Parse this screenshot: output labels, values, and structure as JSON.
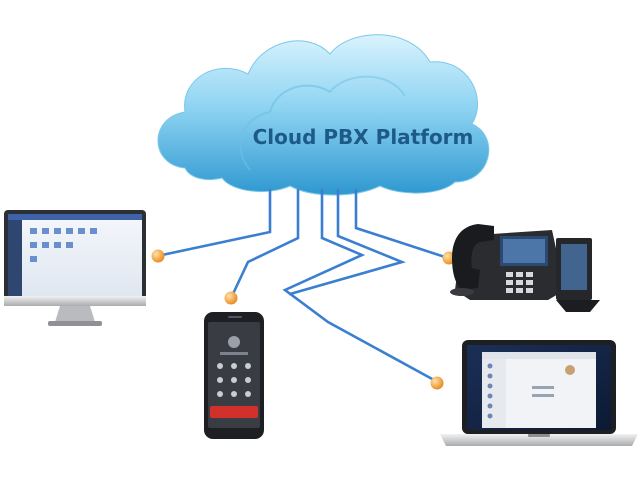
{
  "cloud": {
    "label": "Cloud PBX Platform"
  },
  "colors": {
    "cloud_light": "#a8dff6",
    "cloud_dark": "#2f9fd6",
    "wire": "#3a7fd0",
    "node": "#f29a2e",
    "text": "#1e5a88"
  },
  "devices": [
    {
      "id": "desktop-computer",
      "icon": "monitor-icon"
    },
    {
      "id": "smartphone",
      "icon": "phone-icon"
    },
    {
      "id": "ip-desk-phone",
      "icon": "desk-phone-icon"
    },
    {
      "id": "laptop",
      "icon": "laptop-icon"
    }
  ]
}
